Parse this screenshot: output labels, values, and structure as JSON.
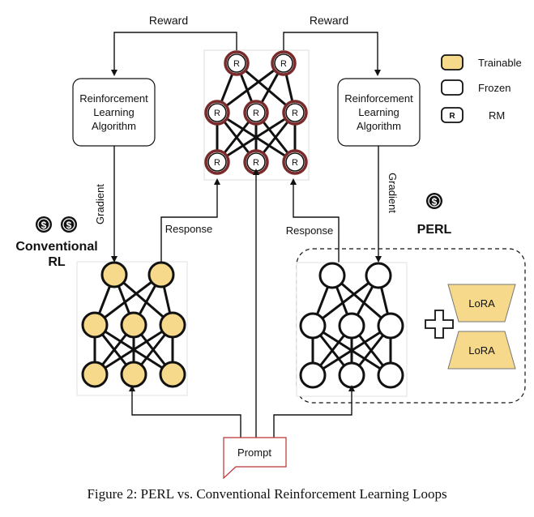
{
  "labels": {
    "reward": "Reward",
    "rl_algorithm": [
      "Reinforcement",
      "Learning",
      "Algorithm"
    ],
    "gradient": "Gradient",
    "response": "Response",
    "prompt": "Prompt",
    "conventional": "Conventional",
    "rl": "RL",
    "perl": "PERL",
    "lora": "LoRA",
    "rm_node": "R",
    "dollar": "$"
  },
  "legend": {
    "trainable": "Trainable",
    "frozen": "Frozen",
    "rm": "RM"
  },
  "caption": "Figure 2: PERL vs. Conventional Reinforcement Learning Loops",
  "colors": {
    "trainable_fill": "#f6d98a",
    "frozen_fill": "#ffffff",
    "rm_ring": "#7a2a2a",
    "lora_fill": "#f6d98a",
    "stroke": "#111111"
  }
}
